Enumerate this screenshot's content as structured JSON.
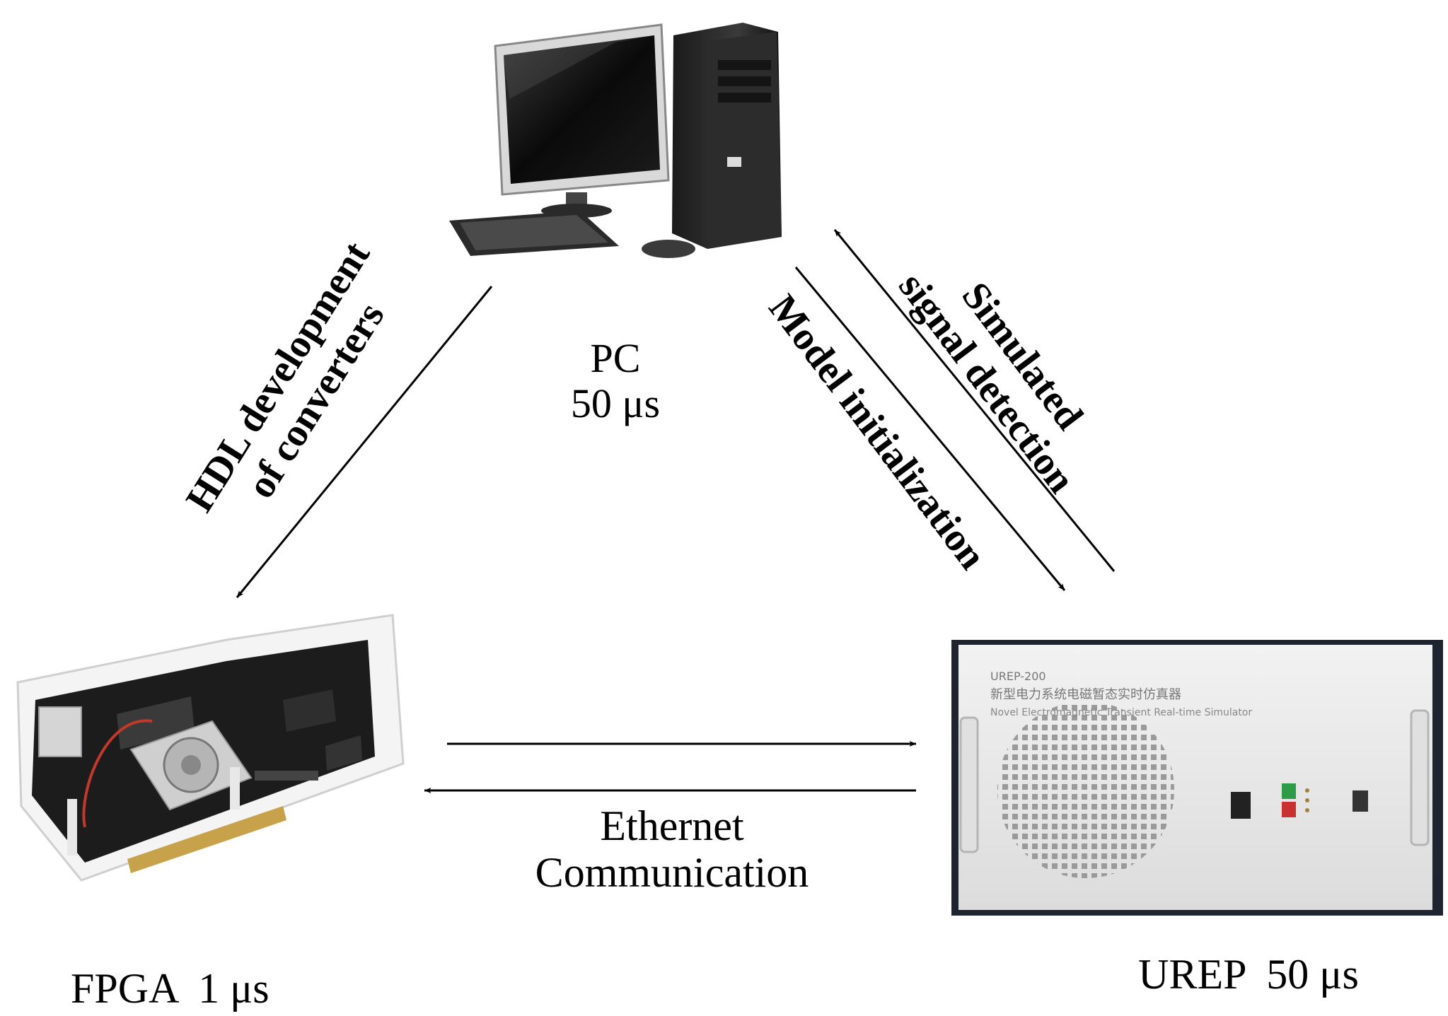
{
  "nodes": {
    "pc": {
      "name": "PC",
      "timestep": "50 μs"
    },
    "fpga": {
      "label": "FPGA  1 μs"
    },
    "urep": {
      "label": "UREP  50 μs",
      "panel_model": "UREP-200",
      "panel_title_cn": "新型电力系统电磁暂态实时仿真器",
      "panel_title_en": "Novel Electromagnetic Transient Real-time Simulator"
    }
  },
  "edges": {
    "pc_to_fpga": {
      "line1": "HDL development",
      "line2": "of converters"
    },
    "pc_to_urep": {
      "label": "Model initialization"
    },
    "urep_to_pc": {
      "line1": "Simulated",
      "line2": "signal detection"
    },
    "fpga_urep": {
      "line1": "Ethernet",
      "line2": "Communication"
    }
  },
  "icons": [
    "desktop-computer-icon",
    "fpga-board-icon",
    "urep-device-icon"
  ],
  "colors": {
    "stroke": "#000000",
    "background": "#ffffff"
  }
}
